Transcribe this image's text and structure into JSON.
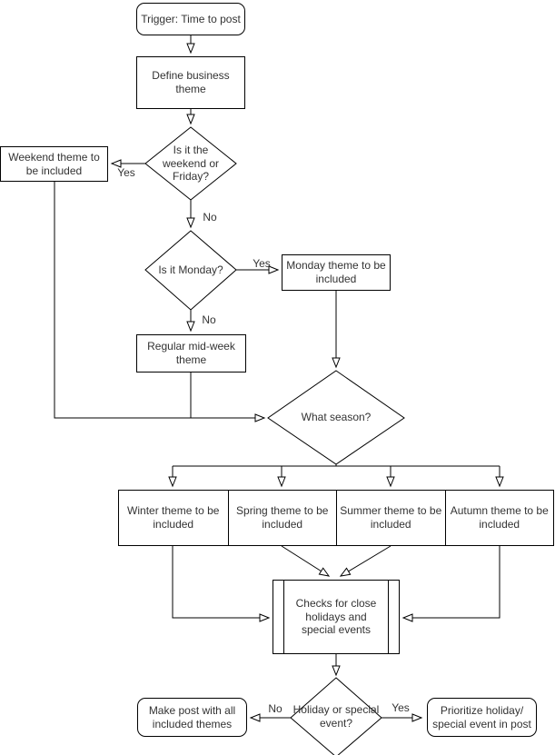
{
  "colors": {
    "background": "#ffffff",
    "stroke": "#000000",
    "text": "#333333"
  },
  "nodes": {
    "trigger": {
      "shape": "rounded",
      "label": "Trigger: Time to post"
    },
    "define_theme": {
      "shape": "process",
      "label": "Define business theme"
    },
    "weekend_theme": {
      "shape": "process",
      "label": "Weekend theme to be included"
    },
    "is_weekend": {
      "shape": "decision",
      "label": "Is it the weekend or Friday?"
    },
    "is_monday": {
      "shape": "decision",
      "label": "Is it Monday?"
    },
    "monday_theme": {
      "shape": "process",
      "label": "Monday theme to be included"
    },
    "midweek_theme": {
      "shape": "process",
      "label": "Regular mid-week theme"
    },
    "what_season": {
      "shape": "decision",
      "label": "What season?"
    },
    "winter_theme": {
      "shape": "process",
      "label": "Winter theme to be included"
    },
    "spring_theme": {
      "shape": "process",
      "label": "Spring theme to be included"
    },
    "summer_theme": {
      "shape": "process",
      "label": "Summer theme to be included"
    },
    "autumn_theme": {
      "shape": "process",
      "label": "Autumn theme to be included"
    },
    "check_holidays": {
      "shape": "predefined-process",
      "label": "Checks for close holidays and special events"
    },
    "is_holiday": {
      "shape": "decision",
      "label": "Holiday or special event?"
    },
    "make_post": {
      "shape": "rounded",
      "label": "Make post with all included themes"
    },
    "prioritize_holiday": {
      "shape": "rounded",
      "label": "Prioritize holiday/ special event in post"
    }
  },
  "edge_labels": {
    "is_weekend_yes": "Yes",
    "is_weekend_no": "No",
    "is_monday_yes": "Yes",
    "is_monday_no": "No",
    "is_holiday_no": "No",
    "is_holiday_yes": "Yes"
  }
}
